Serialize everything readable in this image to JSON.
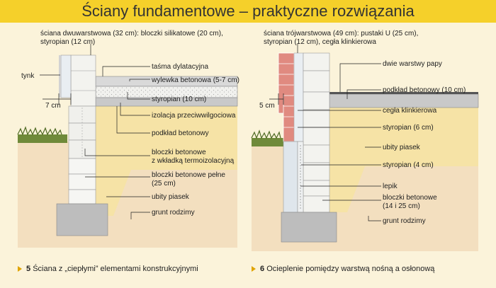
{
  "title": "Ściany fundamentowe – praktyczne rozwiązania",
  "left": {
    "top_label_1": "ściana dwuwarstwowa (32 cm): bloczki silikatowe (20 cm),",
    "top_label_2": "styropian (12 cm)",
    "tynk": "tynk",
    "dim": "7 cm",
    "labels": {
      "tasma": "taśma dylatacyjna",
      "wylewka": "wylewka betonowa (5-7 cm)",
      "styropian": "styropian (10 cm)",
      "izolacja": "izolacja przeciwwilgociowa",
      "podklad": "podkład betonowy",
      "bloczki_1": "bloczki betonowe",
      "bloczki_2": "z wkładką termoizolacyjną",
      "pelne_1": "bloczki betonowe pełne",
      "pelne_2": "(25 cm)",
      "ubity": "ubity piasek",
      "grunt": "grunt rodzimy"
    },
    "caption_num": "5",
    "caption_text": "Ściana z „ciepłymi” elementami konstrukcyjnymi"
  },
  "right": {
    "top_label_1": "ściana trójwarstwowa (49 cm): pustaki U (25 cm),",
    "top_label_2": "styropian (12 cm), cegła klinkierowa",
    "dim": "5 cm",
    "labels": {
      "papa": "dwie warstwy papy",
      "podklad": "podkład betonowy (10 cm)",
      "cegla": "cegła klinkierowa",
      "styropian6": "styropian (6 cm)",
      "ubity": "ubity piasek",
      "styropian4": "styropian (4 cm)",
      "lepik": "lepik",
      "bloczki_1": "bloczki betonowe",
      "bloczki_2": "(14 i 25 cm)",
      "grunt": "grunt rodzimy"
    },
    "caption_num": "6",
    "caption_text": "Ocieplenie pomiędzy warstwą nośną a osłonową"
  }
}
